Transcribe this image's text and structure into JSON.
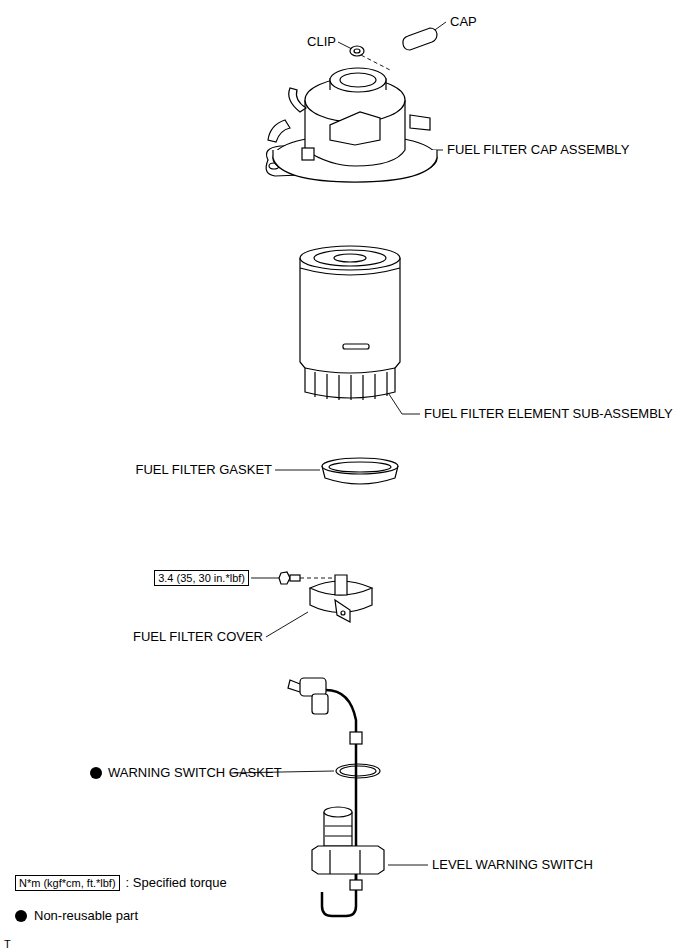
{
  "diagram": {
    "nodes": [
      {
        "text": [
          "3.4 (35, 30 in.*lbf)"
        ]
      },
      {
        "text": [
          "N*m (kgf*cm, ft.*lbf)"
        ]
      }
    ],
    "labels": [
      "CLIP",
      "CAP",
      "FUEL FILTER CAP ASSEMBLY",
      "FUEL FILTER ELEMENT SUB-ASSEMBLY",
      "FUEL FILTER GASKET",
      "FUEL FILTER COVER",
      "WARNING SWITCH GASKET",
      "LEVEL WARNING SWITCH",
      "T"
    ],
    "legend": [
      {
        "text": ": Specified torque"
      },
      {
        "text": "Non-reusable part"
      }
    ]
  }
}
